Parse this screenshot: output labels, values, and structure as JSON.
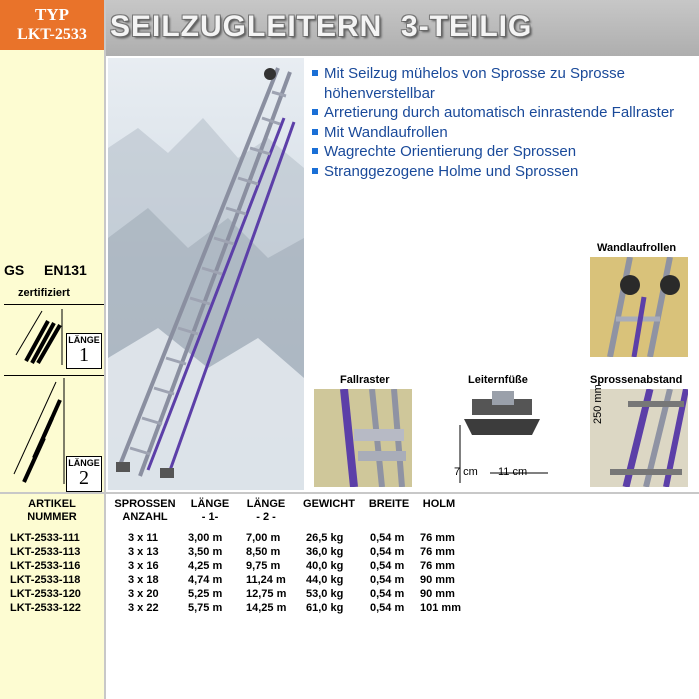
{
  "header": {
    "typ_line1": "TYP",
    "typ_line2": "LKT-2533",
    "title": "SEILZUGLEITERN  3-TEILIG"
  },
  "certification": {
    "gs": "GS",
    "norm": "EN131",
    "certified": "zertifiziert"
  },
  "length_diagrams": [
    {
      "label": "LÄNGE",
      "number": "1"
    },
    {
      "label": "LÄNGE",
      "number": "2"
    }
  ],
  "features": [
    "Mit Seilzug mühelos von Sprosse zu Sprosse höhenverstellbar",
    "Arretierung durch automatisch einrastende Fallraster",
    "Mit Wandlaufrollen",
    "Wagrechte Orientierung der Sprossen",
    "Stranggezogene Holme und Sprossen"
  ],
  "detail_images": {
    "wandlaufrollen": "Wandlaufrollen",
    "fallraster": "Fallraster",
    "leiternfuesse": "Leiternfüße",
    "leiternfuesse_dim1": "7 cm",
    "leiternfuesse_dim2": "11 cm",
    "sprossenabstand": "Sprossenabstand",
    "sprossenabstand_dim": "250 mm"
  },
  "table": {
    "headers": {
      "artikel": "ARTIKEL",
      "nummer": "NUMMER",
      "sprossen": "SPROSSEN",
      "anzahl": "ANZAHL",
      "laenge": "LÄNGE",
      "l1": "- 1-",
      "l2": "- 2 -",
      "gewicht": "GEWICHT",
      "breite": "BREITE",
      "holm": "HOLM"
    },
    "rows": [
      {
        "artikel": "LKT-2533-111",
        "sprossen": "3 x 11",
        "l1": "3,00 m",
        "l2": "7,00 m",
        "gewicht": "26,5 kg",
        "breite": "0,54 m",
        "holm": "76 mm"
      },
      {
        "artikel": "LKT-2533-113",
        "sprossen": "3 x 13",
        "l1": "3,50 m",
        "l2": "8,50 m",
        "gewicht": "36,0 kg",
        "breite": "0,54 m",
        "holm": "76 mm"
      },
      {
        "artikel": "LKT-2533-116",
        "sprossen": "3 x 16",
        "l1": "4,25 m",
        "l2": "9,75 m",
        "gewicht": "40,0 kg",
        "breite": "0,54 m",
        "holm": "76 mm"
      },
      {
        "artikel": "LKT-2533-118",
        "sprossen": "3 x 18",
        "l1": "4,74 m",
        "l2": "11,24 m",
        "gewicht": "44,0 kg",
        "breite": "0,54 m",
        "holm": "90 mm"
      },
      {
        "artikel": "LKT-2533-120",
        "sprossen": "3 x 20",
        "l1": "5,25 m",
        "l2": "12,75 m",
        "gewicht": "53,0 kg",
        "breite": "0,54 m",
        "holm": "90 mm"
      },
      {
        "artikel": "LKT-2533-122",
        "sprossen": "3 x 22",
        "l1": "5,75 m",
        "l2": "14,25 m",
        "gewicht": "61,0 kg",
        "breite": "0,54 m",
        "holm": "101 mm"
      }
    ]
  }
}
